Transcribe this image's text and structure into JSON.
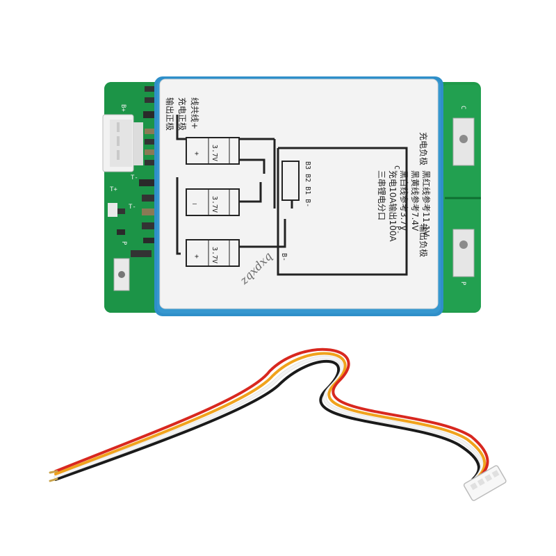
{
  "pcb": {
    "silk_b_plus": "B+",
    "silk_t_left": "T-",
    "silk_t_plus": "T+",
    "silk_t_minus": "T-",
    "silk_p_left": "P",
    "silk_c_right": "C",
    "silk_p_right": "P",
    "connector_pins": "4"
  },
  "label": {
    "left_lines": [
      "输出正极",
      "充电正极",
      "线共线+"
    ],
    "cell_voltage": "3.7V",
    "cell_plus": "+",
    "cell_minus": "—",
    "c_minus": "C-",
    "p_minus": "P-",
    "b_minus": "B-",
    "balance_pins": "B3 B2 B1 B-",
    "info_lines": [
      "三串锂电分口",
      "充电10A输出100A",
      "黑白线参考3.7V",
      "黑黄线参考7.4V",
      "黑红线参考11.1V"
    ]
  },
  "side_labels": {
    "charge_negative": "充电负极",
    "output_negative": "输出负极"
  },
  "watermark": "zqxdxq",
  "cable": {
    "wire_colors": [
      "#1a1a1a",
      "#f4f4f4",
      "#f0a21c",
      "#d8281f"
    ],
    "connector_color": "#f7f7f7"
  },
  "colors": {
    "pcb_green": "#1f9a4a",
    "pcb_dark": "#137a37",
    "cover_blue": "#2f8fc9",
    "label_white": "#f3f3f3"
  }
}
